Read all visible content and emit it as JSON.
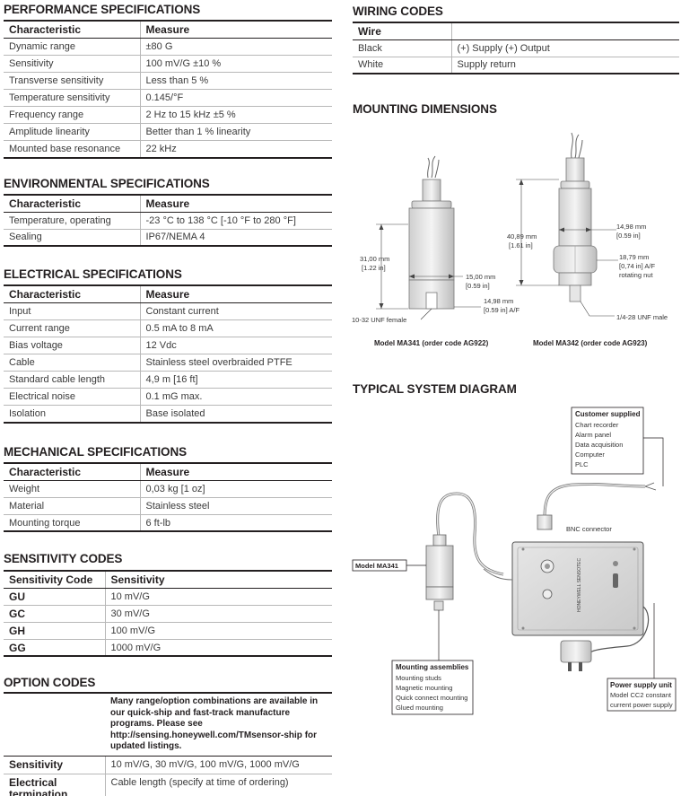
{
  "performance": {
    "title": "PERFORMANCE SPECIFICATIONS",
    "headers": [
      "Characteristic",
      "Measure"
    ],
    "rows": [
      [
        "Dynamic range",
        "±80 G"
      ],
      [
        "Sensitivity",
        "100 mV/G ±10 %"
      ],
      [
        "Transverse sensitivity",
        "Less than 5 %"
      ],
      [
        "Temperature sensitivity",
        "0.145/°F"
      ],
      [
        "Frequency range",
        "2 Hz to 15 kHz ±5 %"
      ],
      [
        "Amplitude linearity",
        "Better than 1 % linearity"
      ],
      [
        "Mounted base resonance",
        "22 kHz"
      ]
    ]
  },
  "environmental": {
    "title": "ENVIRONMENTAL SPECIFICATIONS",
    "headers": [
      "Characteristic",
      "Measure"
    ],
    "rows": [
      [
        "Temperature, operating",
        "-23 °C to 138 °C [-10 °F to 280 °F]"
      ],
      [
        "Sealing",
        "IP67/NEMA 4"
      ]
    ]
  },
  "electrical": {
    "title": "ELECTRICAL SPECIFICATIONS",
    "headers": [
      "Characteristic",
      "Measure"
    ],
    "rows": [
      [
        "Input",
        "Constant current"
      ],
      [
        "Current range",
        "0.5 mA to 8 mA"
      ],
      [
        "Bias voltage",
        "12 Vdc"
      ],
      [
        "Cable",
        "Stainless steel overbraided PTFE"
      ],
      [
        "Standard cable length",
        "4,9 m [16 ft]"
      ],
      [
        "Electrical noise",
        "0.1 mG max."
      ],
      [
        "Isolation",
        "Base isolated"
      ]
    ]
  },
  "mechanical": {
    "title": "MECHANICAL SPECIFICATIONS",
    "headers": [
      "Characteristic",
      "Measure"
    ],
    "rows": [
      [
        "Weight",
        "0,03 kg [1 oz]"
      ],
      [
        "Material",
        "Stainless steel"
      ],
      [
        "Mounting torque",
        "6 ft-lb"
      ]
    ]
  },
  "sensitivity_codes": {
    "title": "SENSITIVITY CODES",
    "headers": [
      "Sensitivity Code",
      "Sensitivity"
    ],
    "rows": [
      [
        "GU",
        "10 mV/G"
      ],
      [
        "GC",
        "30 mV/G"
      ],
      [
        "GH",
        "100 mV/G"
      ],
      [
        "GG",
        "1000 mV/G"
      ]
    ]
  },
  "option_codes": {
    "title": "OPTION CODES",
    "note": "Many range/option combinations are available in our quick-ship and fast-track manufacture programs. Please see http://sensing.honeywell.com/TMsensor-ship for updated listings.",
    "rows": [
      [
        "Sensitivity",
        "10 mV/G, 30 mV/G, 100 mV/G, 1000 mV/G"
      ],
      [
        "Electrical termination",
        "Cable length (specify at time of ordering)"
      ]
    ]
  },
  "wiring": {
    "title": "WIRING CODES",
    "header": "Wire",
    "rows": [
      [
        "Black",
        "(+) Supply (+) Output"
      ],
      [
        "White",
        "Supply return"
      ]
    ]
  },
  "mounting": {
    "title": "MOUNTING DIMENSIONS",
    "ma341": {
      "height_mm": "31,00 mm",
      "height_in": "[1.22 in]",
      "dia_mm": "15,00 mm",
      "dia_in": "[0.59 in]",
      "af_mm": "14,98 mm",
      "af_in": "[0.59 in] A/F",
      "thread": "10-32 UNF female",
      "caption": "Model MA341 (order code AG922)"
    },
    "ma342": {
      "height_mm": "40,89 mm",
      "height_in": "[1.61 in]",
      "dia_mm": "14,98 mm",
      "dia_in": "[0.59 in]",
      "nut_mm": "18,79 mm",
      "nut_in": "[0,74 in] A/F",
      "nut_label": "rotating nut",
      "thread": "1/4-28 UNF male",
      "caption": "Model MA342 (order code AG923)"
    }
  },
  "system": {
    "title": "TYPICAL SYSTEM DIAGRAM",
    "customer": {
      "title": "Customer supplied",
      "items": [
        "Chart recorder",
        "Alarm panel",
        "Data acquisition",
        "Computer",
        "PLC"
      ]
    },
    "bnc": "BNC connector",
    "model": "Model MA341",
    "unit_brand": "HONEYWELL SENSOTEC",
    "mounting": {
      "title": "Mounting assemblies",
      "items": [
        "Mounting studs",
        "Magnetic mounting",
        "Quick connect mounting",
        "Glued mounting"
      ]
    },
    "power": {
      "title": "Power supply unit",
      "items": [
        "Model CC2 constant",
        "current power supply"
      ]
    }
  }
}
